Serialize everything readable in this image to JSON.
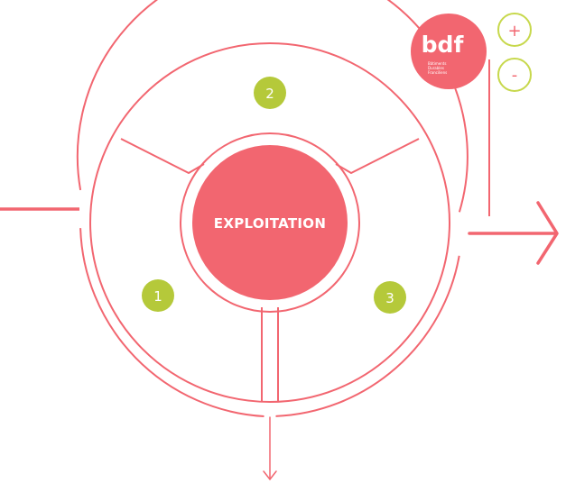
{
  "diagram": {
    "center_label": "EXPLOITATION",
    "steps": [
      {
        "number": "1"
      },
      {
        "number": "2"
      },
      {
        "number": "3"
      }
    ]
  },
  "logo": {
    "main": "bdf",
    "subtitle_lines": [
      "Bâtiments",
      "Durables",
      "Franciliens"
    ]
  },
  "zoom": {
    "in_label": "+",
    "out_label": "-"
  },
  "colors": {
    "accent": "#f26670",
    "step_badge": "#b5c93a",
    "zoom_border": "#c7d84c",
    "background": "#ffffff"
  }
}
